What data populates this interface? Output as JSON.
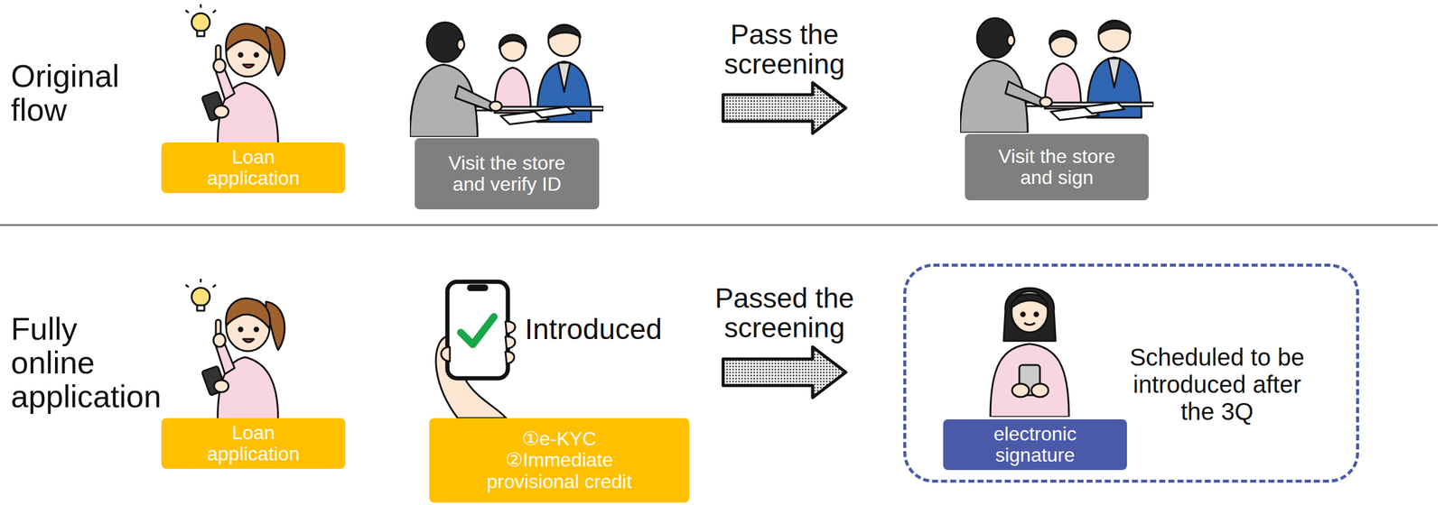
{
  "diagram": {
    "nodes": [
      {
        "text": [
          "Loan application"
        ]
      },
      {
        "text": [
          "Visit the store and verify ID"
        ]
      },
      {
        "text": [
          "Visit the store and sign"
        ]
      },
      {
        "text": [
          "Loan application"
        ]
      },
      {
        "text": [
          "①e-KYC",
          "②Immediate provisional credit"
        ]
      },
      {
        "text": [
          "Scheduled to be introduced after the 3Q"
        ]
      },
      {
        "text": [
          "electronic signature"
        ],
        "in": 5
      }
    ],
    "edges": [
      {
        "from": 1,
        "to": 2,
        "label": "Pass the screening",
        "arrow": "to"
      },
      {
        "from": 4,
        "to": 5,
        "label": "Passed the screening",
        "arrow": "to"
      }
    ],
    "labels": [
      "Original flow",
      "Fully online application",
      "Introduced"
    ]
  }
}
